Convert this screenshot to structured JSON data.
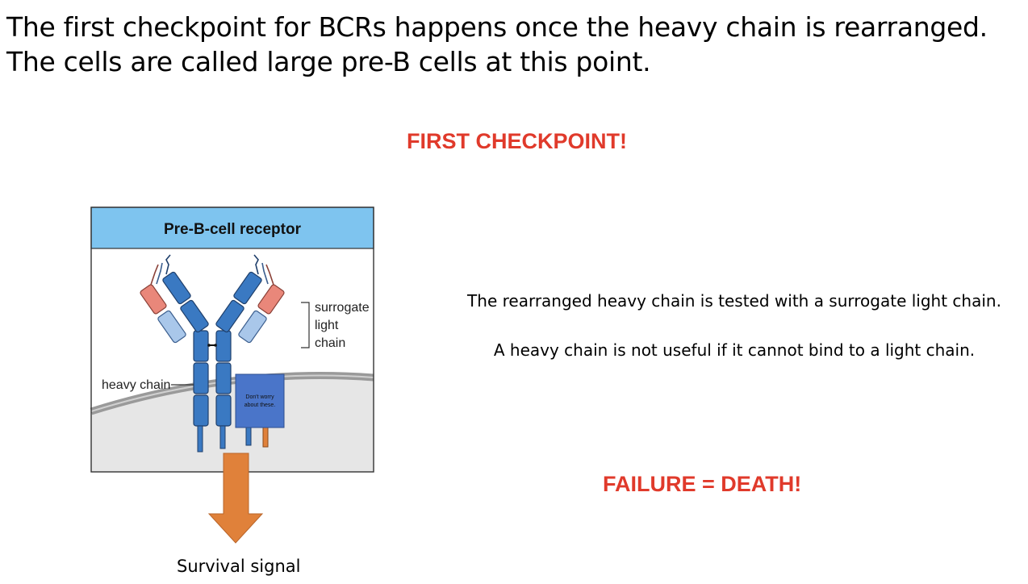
{
  "slide": {
    "title_line1": "The first checkpoint for BCRs happens once the heavy chain is rearranged.",
    "title_line2": "The cells are called large pre-B cells at this point.",
    "checkpoint_label": "FIRST CHECKPOINT!",
    "description_1": "The rearranged heavy chain is tested with a surrogate light chain.",
    "description_2": "A heavy chain is not useful if it cannot bind to a light chain.",
    "failure_label": "FAILURE = DEATH!",
    "survival_label": "Survival signal"
  },
  "diagram": {
    "header": "Pre-B-cell receptor",
    "surrogate_line1": "surrogate",
    "surrogate_line2": "light",
    "surrogate_line3": "chain",
    "heavy_chain_label": "heavy chain",
    "note_line1": "Don't worry",
    "note_line2": "about these."
  },
  "colors": {
    "accent_red": "#e03a2b",
    "header_blue": "#7ec4ef",
    "heavy_chain_blue": "#3a79c2",
    "light_chain_blue": "#a9c7ea",
    "salmon": "#e9877a",
    "note_box": "#4a75c9",
    "membrane_gray": "#999999",
    "cytoplasm_gray": "#e6e6e6",
    "arrow_orange": "#e0813a"
  }
}
